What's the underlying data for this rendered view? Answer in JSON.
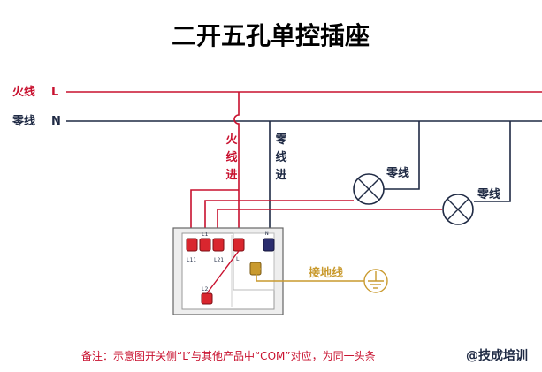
{
  "title": "二开五孔单控插座",
  "wires": {
    "live_label": "火线",
    "live_letter": "L",
    "neutral_label": "零线",
    "neutral_letter": "N"
  },
  "vertical_labels": {
    "live_in": [
      "火",
      "线",
      "进"
    ],
    "neutral_in": [
      "零",
      "线",
      "进"
    ]
  },
  "lamp_labels": {
    "lamp1_neutral": "零线",
    "lamp2_neutral": "零线"
  },
  "ground_label": "接地线",
  "terminals": {
    "l11": "L11",
    "l1": "L1",
    "l21": "L21",
    "l2": "L2",
    "l": "L",
    "n": "N"
  },
  "note": "备注：示意图开关侧“L”与其他产品中“COM”对应，为同一头条",
  "watermark": "@技成培训",
  "colors": {
    "live": "#c8102e",
    "neutral": "#1f2a44",
    "ground": "#c99a2e"
  }
}
